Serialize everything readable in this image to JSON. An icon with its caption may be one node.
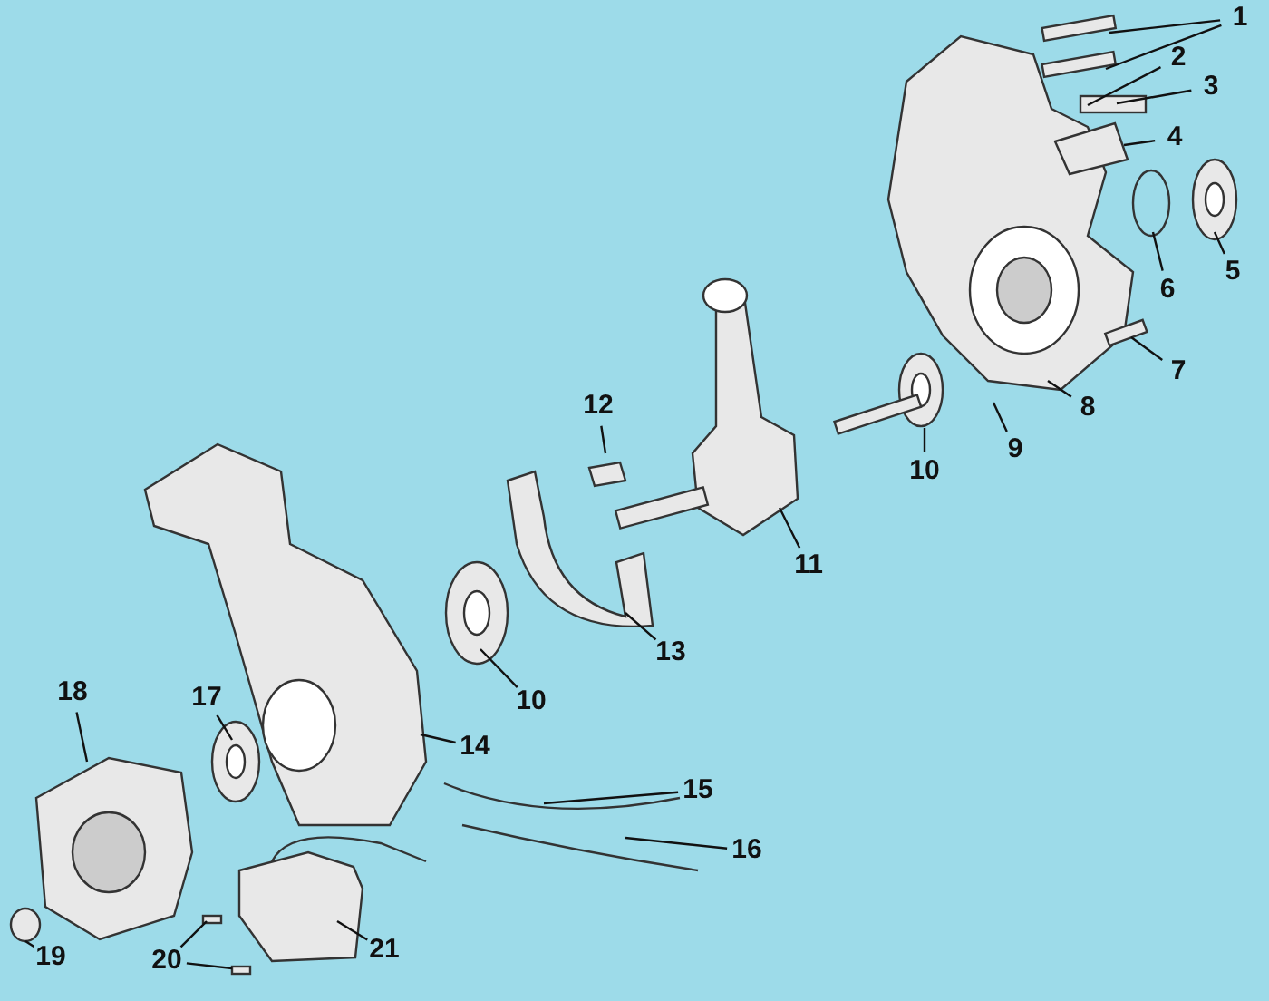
{
  "diagram": {
    "nodes": [
      {
        "text": [
          "1"
        ]
      },
      {
        "text": [
          "2"
        ]
      },
      {
        "text": [
          "3"
        ]
      },
      {
        "text": [
          "4"
        ]
      },
      {
        "text": [
          "5"
        ]
      },
      {
        "text": [
          "6"
        ]
      },
      {
        "text": [
          "7"
        ]
      },
      {
        "text": [
          "8"
        ]
      },
      {
        "text": [
          "9"
        ]
      },
      {
        "text": [
          "10"
        ]
      },
      {
        "text": [
          "11"
        ]
      },
      {
        "text": [
          "12"
        ]
      },
      {
        "text": [
          "13"
        ]
      },
      {
        "text": [
          "10"
        ]
      },
      {
        "text": [
          "14"
        ]
      },
      {
        "text": [
          "15"
        ]
      },
      {
        "text": [
          "16"
        ]
      },
      {
        "text": [
          "17"
        ]
      },
      {
        "text": [
          "18"
        ]
      },
      {
        "text": [
          "19"
        ]
      },
      {
        "text": [
          "20"
        ]
      },
      {
        "text": [
          "21"
        ]
      }
    ],
    "edges": [
      {
        "from": 0,
        "to": null,
        "arrow": "none"
      },
      {
        "from": 0,
        "to": null,
        "arrow": "none"
      },
      {
        "from": 1,
        "to": null,
        "arrow": "none"
      },
      {
        "from": 2,
        "to": null,
        "arrow": "none"
      },
      {
        "from": 3,
        "to": null,
        "arrow": "none"
      },
      {
        "from": 4,
        "to": null,
        "arrow": "none"
      },
      {
        "from": 5,
        "to": null,
        "arrow": "none"
      },
      {
        "from": 6,
        "to": null,
        "arrow": "none"
      },
      {
        "from": 7,
        "to": null,
        "arrow": "none"
      },
      {
        "from": 8,
        "to": null,
        "arrow": "none"
      },
      {
        "from": 9,
        "to": null,
        "arrow": "none"
      },
      {
        "from": 10,
        "to": null,
        "arrow": "none"
      },
      {
        "from": 11,
        "to": null,
        "arrow": "none"
      },
      {
        "from": 12,
        "to": null,
        "arrow": "none"
      },
      {
        "from": 13,
        "to": null,
        "arrow": "none"
      },
      {
        "from": 14,
        "to": null,
        "arrow": "none"
      },
      {
        "from": 15,
        "to": null,
        "arrow": "none"
      },
      {
        "from": 16,
        "to": null,
        "arrow": "none"
      },
      {
        "from": 17,
        "to": null,
        "arrow": "none"
      },
      {
        "from": 18,
        "to": null,
        "arrow": "none"
      },
      {
        "from": 19,
        "to": null,
        "arrow": "none"
      },
      {
        "from": 20,
        "to": null,
        "arrow": "none"
      },
      {
        "from": 20,
        "to": null,
        "arrow": "none"
      },
      {
        "from": 21,
        "to": null,
        "arrow": "none"
      }
    ]
  }
}
